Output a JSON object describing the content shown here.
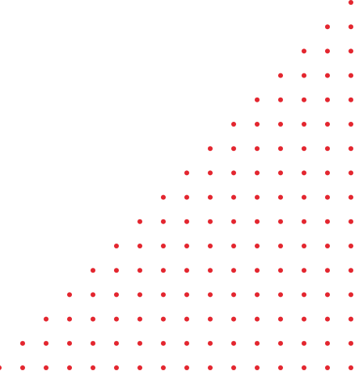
{
  "graphic": {
    "description_name": "triangular-red-dot-pattern",
    "dot_color": "#e3262f",
    "background_color": "#ffffff",
    "shape": "right-triangle-staircase",
    "rows": 16,
    "columns": 16,
    "row_counts": [
      1,
      2,
      3,
      4,
      5,
      6,
      7,
      8,
      9,
      10,
      11,
      12,
      13,
      14,
      15,
      16
    ]
  }
}
